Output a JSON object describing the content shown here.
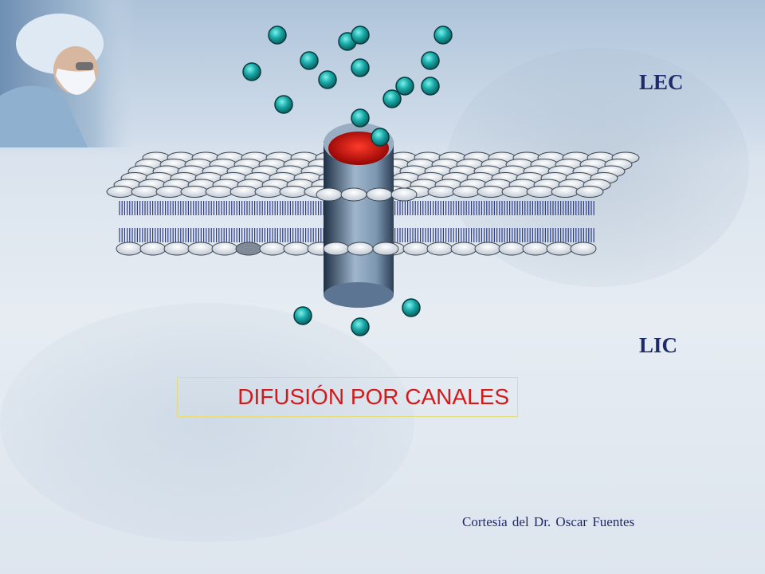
{
  "labels": {
    "extracellular": "LEC",
    "intracellular": "LIC"
  },
  "title": "DIFUSIÓN POR CANALES",
  "credit": "Cortesía del  Dr. Oscar Fuentes",
  "colors": {
    "label": "#1f2a6b",
    "title": "#d31a1a",
    "title_border": "#e6dc7a",
    "particle": "#1aa8a8",
    "channel_top": "#cc1111",
    "channel_body": "#6f8aa6"
  }
}
